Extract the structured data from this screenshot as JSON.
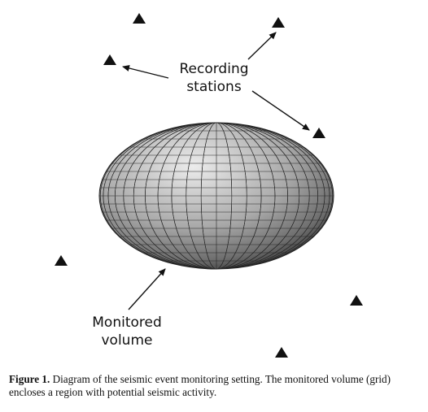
{
  "labels": {
    "stations_line1": "Recording",
    "stations_line2": "stations",
    "volume_line1": "Monitored",
    "volume_line2": "volume"
  },
  "caption": {
    "label": "Figure 1.",
    "text": "Diagram of the seismic event monitoring setting. The monitored volume (grid) encloses a region with potential seismic activity."
  },
  "colors": {
    "ink": "#111111",
    "grid_fill_light": "#e6e6e6",
    "grid_fill_dark": "#4a4a4a"
  }
}
